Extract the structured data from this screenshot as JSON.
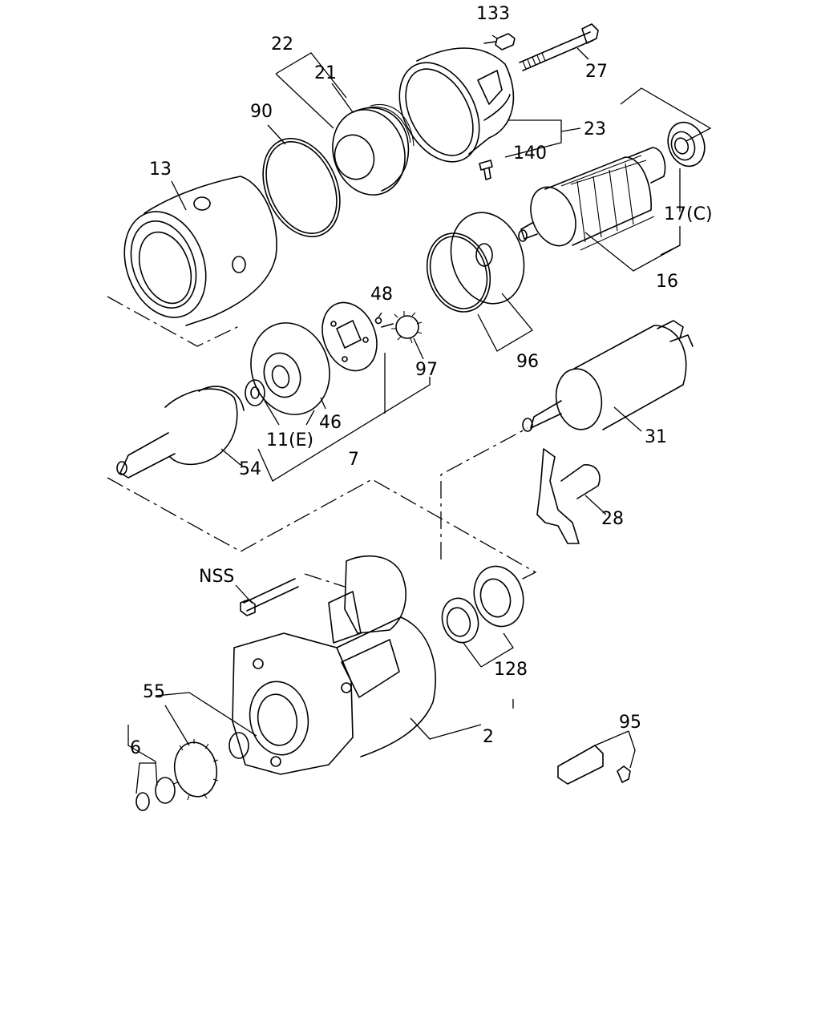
{
  "callouts": {
    "c133": "133",
    "c22": "22",
    "c21": "21",
    "c27": "27",
    "c90": "90",
    "c23": "23",
    "c140": "140",
    "c13": "13",
    "c17c": "17(C)",
    "c16": "16",
    "c48": "48",
    "c97": "97",
    "c96": "96",
    "c46": "46",
    "c11e": "11(E)",
    "c7": "7",
    "c54": "54",
    "c31": "31",
    "c28": "28",
    "cnss": "NSS",
    "c128": "128",
    "c55": "55",
    "c2": "2",
    "c6": "6",
    "c95": "95"
  }
}
